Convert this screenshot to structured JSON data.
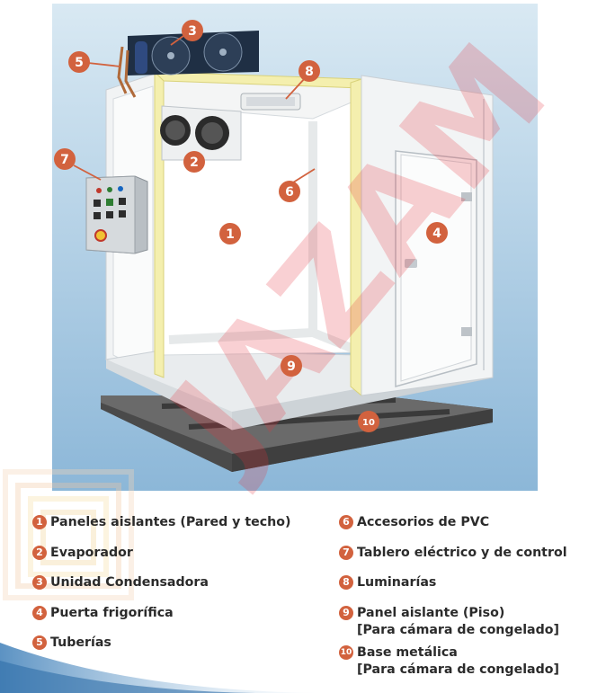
{
  "watermark": {
    "text": "JAZAM",
    "color": "#e8303a"
  },
  "colors": {
    "accent": "#d2623e",
    "background_gradient_top": "#cfe3f0",
    "background_gradient_bottom": "#8fb9da",
    "frame_yellow": "#f4efae",
    "base_dark": "#4a4a4a"
  },
  "callouts": [
    {
      "num": "1"
    },
    {
      "num": "2"
    },
    {
      "num": "3"
    },
    {
      "num": "4"
    },
    {
      "num": "5"
    },
    {
      "num": "6"
    },
    {
      "num": "7"
    },
    {
      "num": "8"
    },
    {
      "num": "9"
    },
    {
      "num": "10"
    }
  ],
  "legend": {
    "left": [
      {
        "num": "1",
        "label": "Paneles aislantes (Pared y techo)"
      },
      {
        "num": "2",
        "label": "Evaporador"
      },
      {
        "num": "3",
        "label": "Unidad Condensadora"
      },
      {
        "num": "4",
        "label": "Puerta frigorífica"
      },
      {
        "num": "5",
        "label": "Tuberías"
      }
    ],
    "right": [
      {
        "num": "6",
        "label": "Accesorios de PVC"
      },
      {
        "num": "7",
        "label": "Tablero eléctrico y de control"
      },
      {
        "num": "8",
        "label": "Luminarías"
      },
      {
        "num": "9",
        "label": "Panel aislante (Piso)",
        "sub": "[Para cámara de congelado]"
      },
      {
        "num": "10",
        "label": "Base metálica",
        "sub": "[Para cámara de congelado]"
      }
    ]
  }
}
